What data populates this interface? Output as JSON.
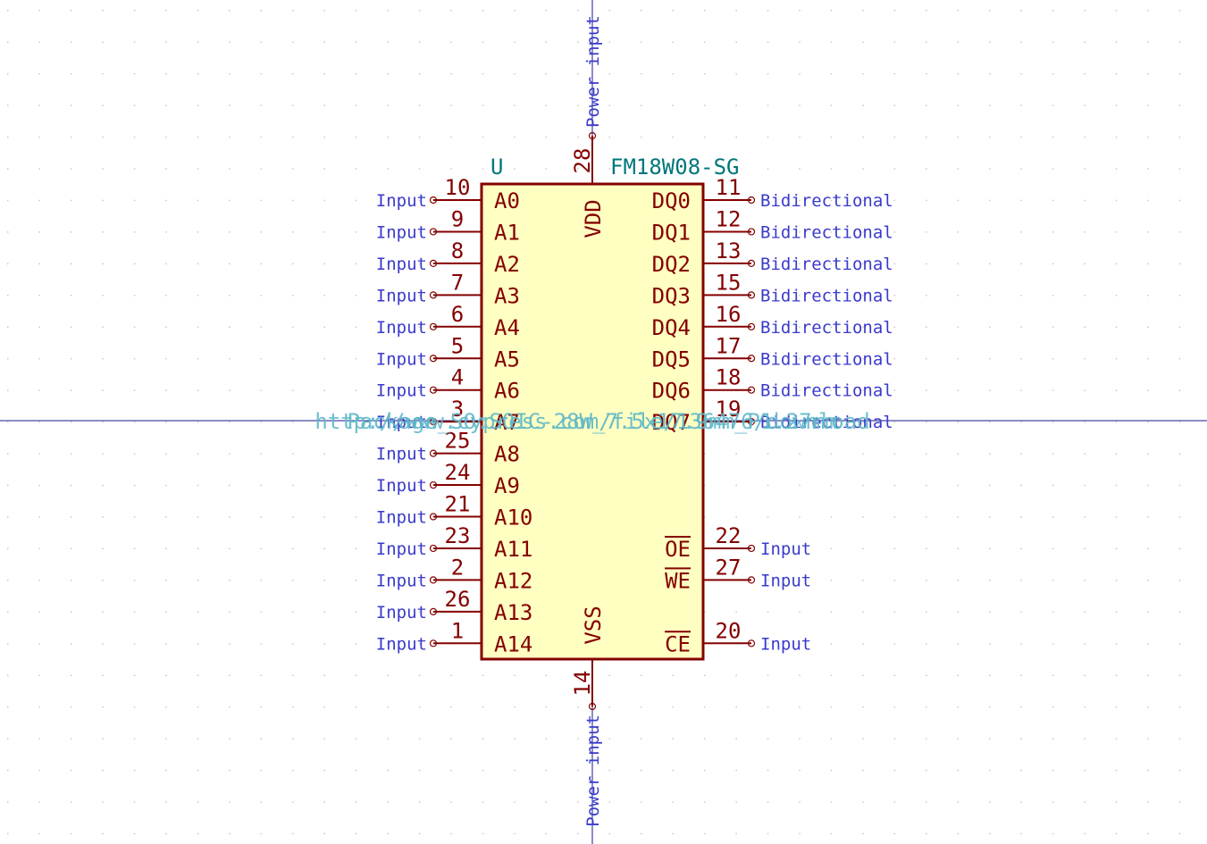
{
  "component": {
    "reference": "U",
    "value": "FM18W08-SG",
    "footprint": "Package_SO:SOIC-28W_7.5x17.9mm_P1.27mm",
    "datasheet": "http://www.cypress.com/file/136476/download"
  },
  "colors": {
    "background": "#ffffff",
    "grid": "#c8c8c8",
    "body_fill": "#ffffc2",
    "body_stroke": "#840000",
    "pin": "#840000",
    "pin_name": "#840000",
    "pin_number": "#840000",
    "pin_type": "#3a3acc",
    "field": "#00767a",
    "hidden_field": "#5fb8c8",
    "crosshair": "#1a1a8c"
  },
  "pins_left": [
    {
      "name": "A0",
      "number": "10",
      "type": "Input"
    },
    {
      "name": "A1",
      "number": "9",
      "type": "Input"
    },
    {
      "name": "A2",
      "number": "8",
      "type": "Input"
    },
    {
      "name": "A3",
      "number": "7",
      "type": "Input"
    },
    {
      "name": "A4",
      "number": "6",
      "type": "Input"
    },
    {
      "name": "A5",
      "number": "5",
      "type": "Input"
    },
    {
      "name": "A6",
      "number": "4",
      "type": "Input"
    },
    {
      "name": "A7",
      "number": "3",
      "type": "Input"
    },
    {
      "name": "A8",
      "number": "25",
      "type": "Input"
    },
    {
      "name": "A9",
      "number": "24",
      "type": "Input"
    },
    {
      "name": "A10",
      "number": "21",
      "type": "Input"
    },
    {
      "name": "A11",
      "number": "23",
      "type": "Input"
    },
    {
      "name": "A12",
      "number": "2",
      "type": "Input"
    },
    {
      "name": "A13",
      "number": "26",
      "type": "Input"
    },
    {
      "name": "A14",
      "number": "1",
      "type": "Input"
    }
  ],
  "pins_right": [
    {
      "name": "DQ0",
      "number": "11",
      "type": "Bidirectional",
      "row": 0
    },
    {
      "name": "DQ1",
      "number": "12",
      "type": "Bidirectional",
      "row": 1
    },
    {
      "name": "DQ2",
      "number": "13",
      "type": "Bidirectional",
      "row": 2
    },
    {
      "name": "DQ3",
      "number": "15",
      "type": "Bidirectional",
      "row": 3
    },
    {
      "name": "DQ4",
      "number": "16",
      "type": "Bidirectional",
      "row": 4
    },
    {
      "name": "DQ5",
      "number": "17",
      "type": "Bidirectional",
      "row": 5
    },
    {
      "name": "DQ6",
      "number": "18",
      "type": "Bidirectional",
      "row": 6
    },
    {
      "name": "DQ7",
      "number": "19",
      "type": "Bidirectional",
      "row": 7
    },
    {
      "name": "OE",
      "number": "22",
      "type": "Input",
      "row": 11,
      "overbar": true
    },
    {
      "name": "WE",
      "number": "27",
      "type": "Input",
      "row": 12,
      "overbar": true
    },
    {
      "name": "CE",
      "number": "20",
      "type": "Input",
      "row": 14,
      "overbar": true
    }
  ],
  "pin_top": {
    "name": "VDD",
    "number": "28",
    "type": "Power input"
  },
  "pin_bottom": {
    "name": "VSS",
    "number": "14",
    "type": "Power input"
  }
}
